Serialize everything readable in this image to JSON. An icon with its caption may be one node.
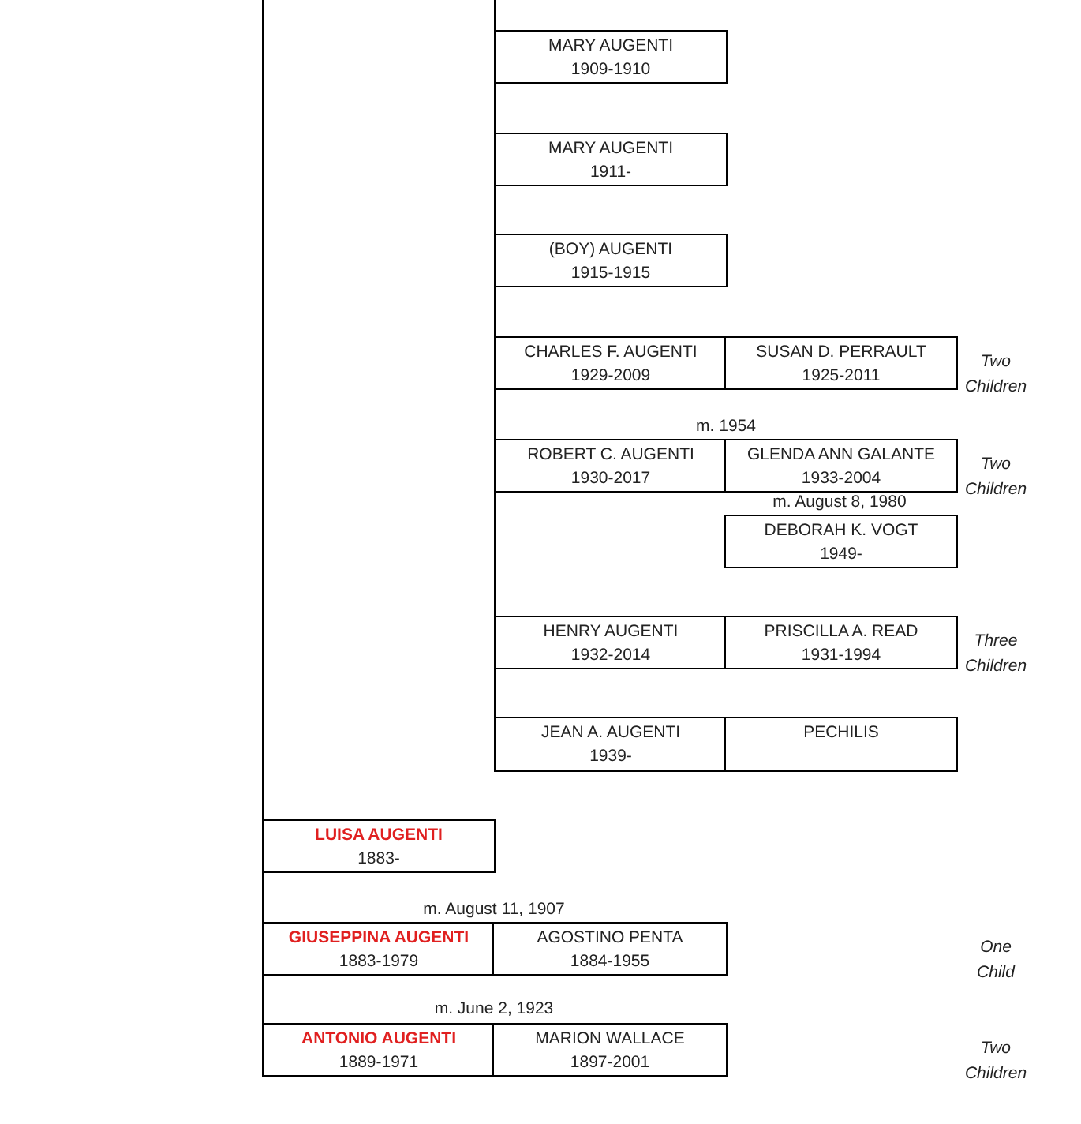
{
  "diagram": {
    "nodes": [
      {
        "text": [
          "MARY AUGENTI",
          "1909-1910"
        ]
      },
      {
        "text": [
          "MARY AUGENTI",
          "1911-"
        ]
      },
      {
        "text": [
          "(BOY) AUGENTI",
          "1915-1915"
        ]
      },
      {
        "text": [
          "CHARLES F. AUGENTI",
          "1929-2009"
        ]
      },
      {
        "text": [
          "SUSAN D. PERRAULT",
          "1925-2011"
        ]
      },
      {
        "text": [
          "ROBERT C. AUGENTI",
          "1930-2017"
        ]
      },
      {
        "text": [
          "GLENDA ANN GALANTE",
          "1933-2004"
        ]
      },
      {
        "text": [
          "DEBORAH K. VOGT",
          "1949-"
        ]
      },
      {
        "text": [
          "HENRY AUGENTI",
          "1932-2014"
        ]
      },
      {
        "text": [
          "PRISCILLA A. READ",
          "1931-1994"
        ]
      },
      {
        "text": [
          "JEAN A. AUGENTI",
          "1939-"
        ]
      },
      {
        "text": [
          "PECHILIS"
        ]
      },
      {
        "text": [
          "LUISA AUGENTI",
          "1883-"
        ]
      },
      {
        "text": [
          "GIUSEPPINA AUGENTI",
          "1883-1979"
        ]
      },
      {
        "text": [
          "AGOSTINO PENTA",
          "1884-1955"
        ]
      },
      {
        "text": [
          "ANTONIO AUGENTI",
          "1889-1971"
        ]
      },
      {
        "text": [
          "MARION WALLACE",
          "1897-2001"
        ]
      }
    ],
    "edges": [
      {
        "from": null,
        "to": 0,
        "arrow": "none"
      },
      {
        "from": 0,
        "to": 1,
        "arrow": "none"
      },
      {
        "from": 1,
        "to": 2,
        "arrow": "none"
      },
      {
        "from": 2,
        "to": 3,
        "arrow": "none"
      },
      {
        "from": 3,
        "to": 5,
        "arrow": "none"
      },
      {
        "from": 5,
        "to": 8,
        "arrow": "none"
      },
      {
        "from": 8,
        "to": 10,
        "arrow": "none"
      },
      {
        "from": null,
        "to": 12,
        "arrow": "none"
      },
      {
        "from": 12,
        "to": 13,
        "arrow": "none"
      },
      {
        "from": 13,
        "to": 15,
        "arrow": "none"
      }
    ],
    "labels": [
      "Two Children",
      "m. 1954",
      "Two Children",
      "m. August 8, 1980",
      "Three Children",
      "m. August 11, 1907",
      "One Child",
      "m. June 2, 1923",
      "Two Children"
    ]
  }
}
